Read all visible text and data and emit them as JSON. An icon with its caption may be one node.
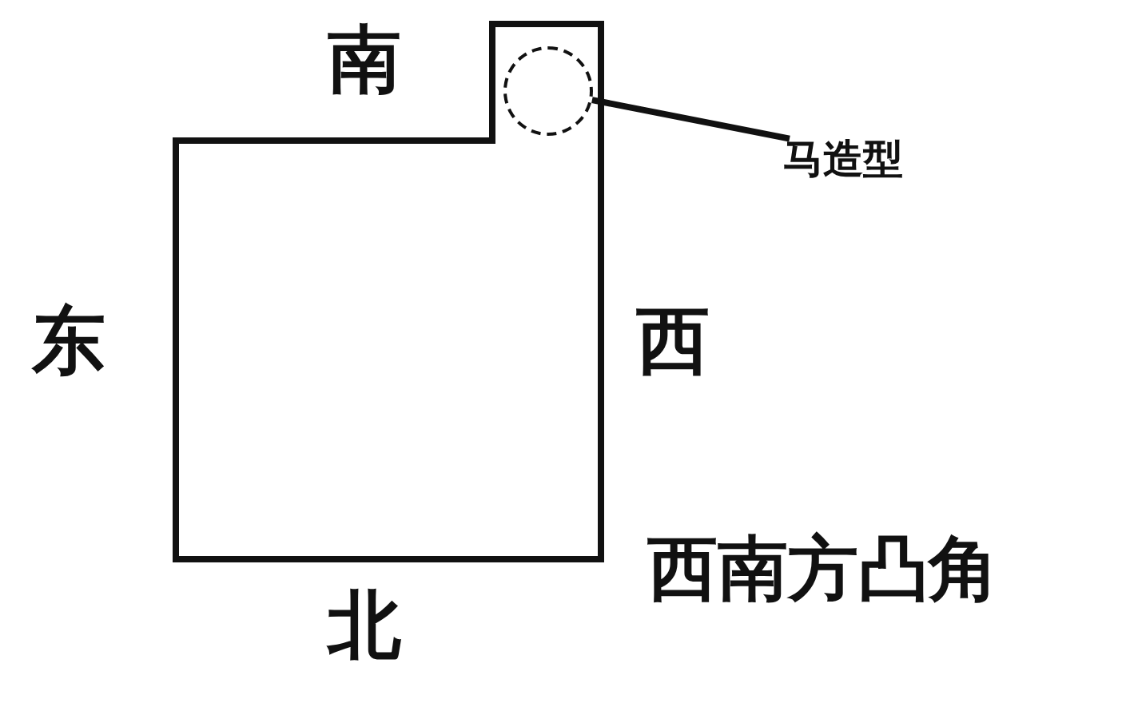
{
  "diagram": {
    "nodes": [
      {
        "text": [
          "马造型"
        ]
      },
      {
        "text": [],
        "shape": "circle"
      }
    ],
    "edges": [
      {
        "from": 0,
        "to": 1,
        "arrow": "none"
      }
    ],
    "labels": [
      "南",
      "东",
      "西",
      "西南方凸角",
      "北"
    ]
  }
}
